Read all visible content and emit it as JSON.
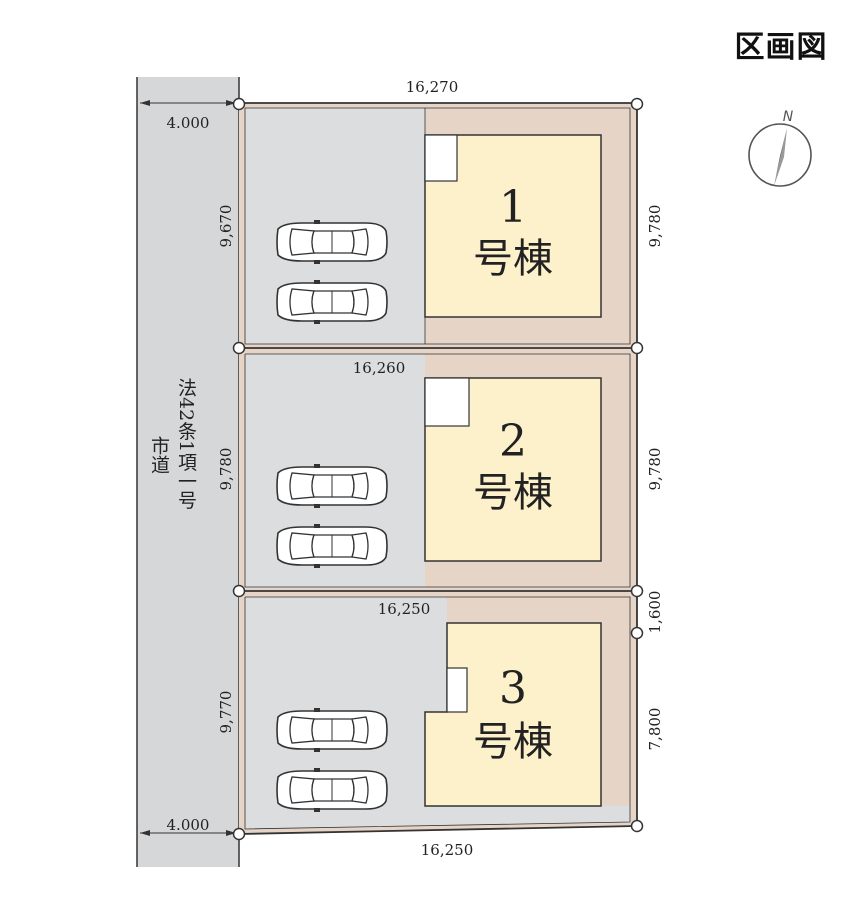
{
  "page_title": "区画図",
  "compass": {
    "label": "N",
    "icon": "compass-north-icon"
  },
  "road": {
    "label_col1": "法42条1項一号",
    "label_col2": "市道",
    "width_top": "4.000",
    "width_bottom": "4.000"
  },
  "lots": [
    {
      "number": "1",
      "name": "号棟",
      "frontage": "9,670",
      "depth_top": "16,270",
      "side_right": "9,780"
    },
    {
      "number": "2",
      "name": "号棟",
      "frontage": "9,780",
      "depth_top": "16,260",
      "side_right": "9,780"
    },
    {
      "number": "3",
      "name": "号棟",
      "frontage": "9,770",
      "depth_top": "16,250",
      "depth_bottom": "16,250",
      "side_right_upper": "1,600",
      "side_right_lower": "7,800"
    }
  ],
  "colors": {
    "road": "#d6d7d9",
    "parking": "#dcdddf",
    "garden": "#e6d5c7",
    "house": "#fdf1cc",
    "outline": "#333333"
  }
}
